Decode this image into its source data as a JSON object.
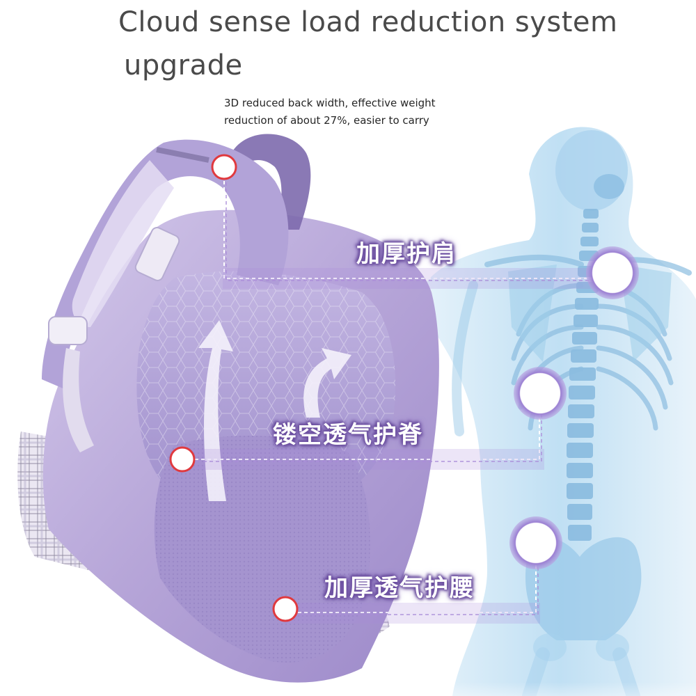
{
  "headline": {
    "line1": "Cloud sense load reduction system",
    "line2": "upgrade"
  },
  "subtitle": {
    "line1": "3D reduced back width, effective weight",
    "line2": "reduction of about 27%, easier to carry"
  },
  "callouts": {
    "shoulder": "加厚护肩",
    "spine": "镂空透气护脊",
    "waist": "加厚透气护腰"
  },
  "colors": {
    "backpack": "#b7a6d8",
    "backpack_dark": "#8d7bbd",
    "skeleton": "#8fc3e6",
    "marker": "#e0393e",
    "callout_line": "#ab8ed8"
  }
}
